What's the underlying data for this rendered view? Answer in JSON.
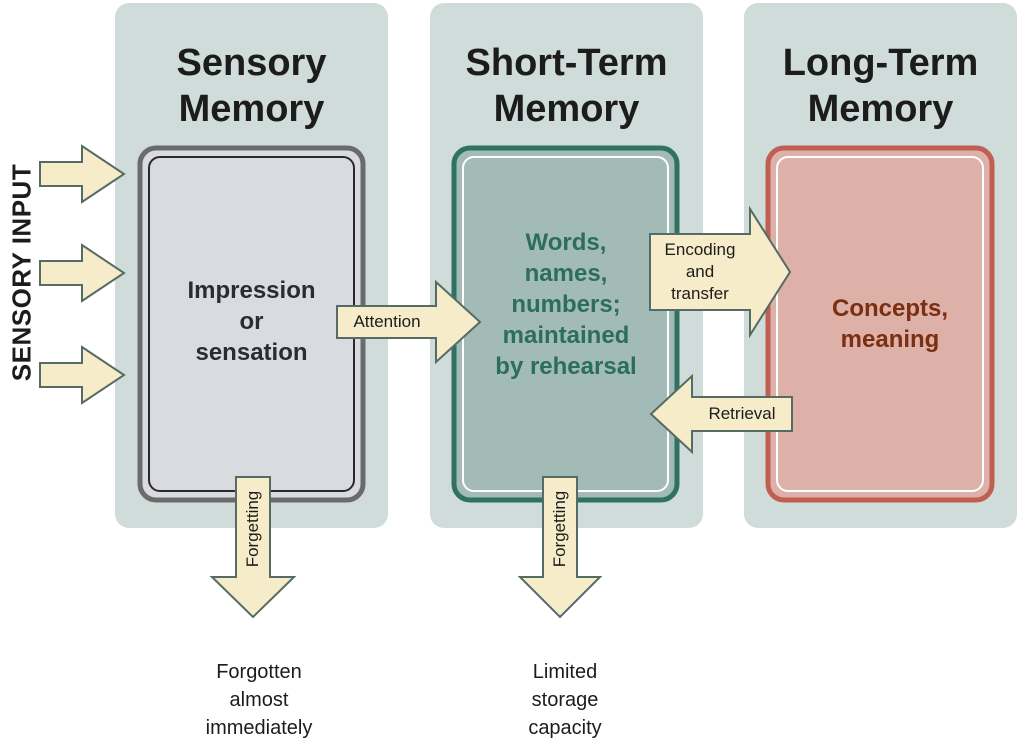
{
  "side_label": "SENSORY INPUT",
  "stages": [
    {
      "title_line1": "Sensory",
      "title_line2": "Memory",
      "box_lines": [
        "Impression",
        "or",
        "sensation"
      ]
    },
    {
      "title_line1": "Short-Term",
      "title_line2": "Memory",
      "box_lines": [
        "Words,",
        "names,",
        "numbers;",
        "maintained",
        "by rehearsal"
      ]
    },
    {
      "title_line1": "Long-Term",
      "title_line2": "Memory",
      "box_lines": [
        "Concepts,",
        "meaning"
      ]
    }
  ],
  "arrows": {
    "attention": "Attention",
    "encoding": [
      "Encoding",
      "and",
      "transfer"
    ],
    "retrieval": "Retrieval",
    "forgetting": "Forgetting"
  },
  "notes": {
    "sensory": [
      "Forgotten",
      "almost",
      "immediately"
    ],
    "short_term": [
      "Limited",
      "storage",
      "capacity"
    ]
  },
  "colors": {
    "panel_bg": "#cfdcd9",
    "arrow_fill": "#f6ecc9",
    "arrow_stroke": "#566b63",
    "sensory_box": "#dadbe0",
    "sensory_border": "#6b6b6b",
    "short_term_box": "#a3bbb6",
    "short_term_border": "#2f7260",
    "short_term_text": "#2b6e5b",
    "long_term_box": "#deb1a8",
    "long_term_border": "#bf5f53",
    "long_term_text": "#7a2e12"
  }
}
